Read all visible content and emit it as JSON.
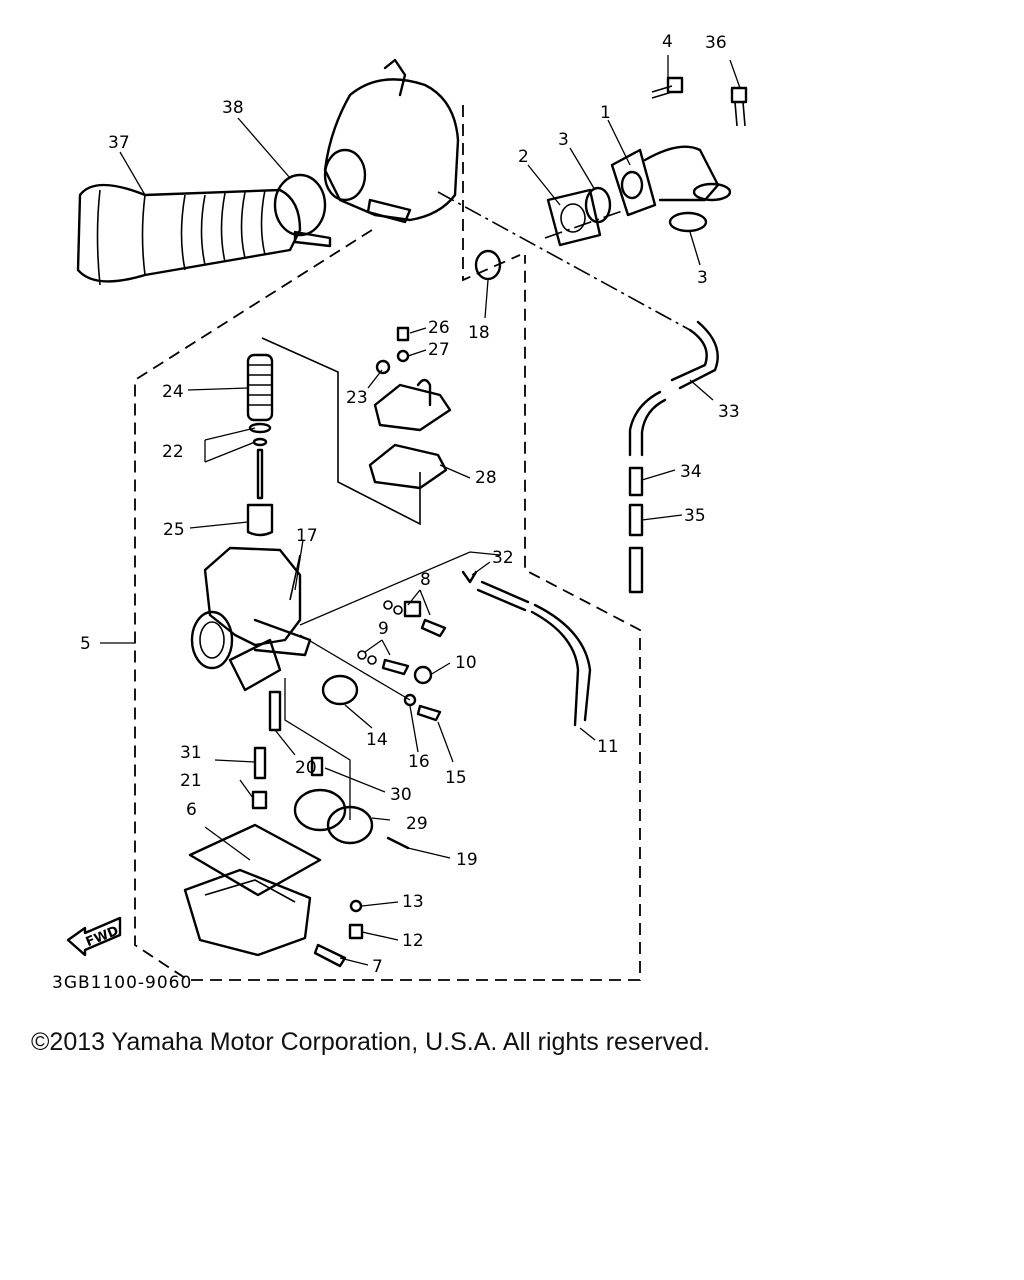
{
  "diagram": {
    "part_code": "3GB1100-9060",
    "fwd_label": "FWD",
    "callouts": {
      "c1": "1",
      "c2": "2",
      "c3a": "3",
      "c3b": "3",
      "c4": "4",
      "c5": "5",
      "c6": "6",
      "c7": "7",
      "c8": "8",
      "c9": "9",
      "c10": "10",
      "c11": "11",
      "c12": "12",
      "c13": "13",
      "c14": "14",
      "c15": "15",
      "c16": "16",
      "c17": "17",
      "c18": "18",
      "c19": "19",
      "c20": "20",
      "c21": "21",
      "c22": "22",
      "c23": "23",
      "c24": "24",
      "c25": "25",
      "c26": "26",
      "c27": "27",
      "c28": "28",
      "c29": "29",
      "c30": "30",
      "c31": "31",
      "c32": "32",
      "c33": "33",
      "c34": "34",
      "c35": "35",
      "c36": "36",
      "c37": "37",
      "c38": "38"
    }
  },
  "footer": {
    "copyright": "©2013 Yamaha Motor Corporation, U.S.A. All rights reserved."
  }
}
